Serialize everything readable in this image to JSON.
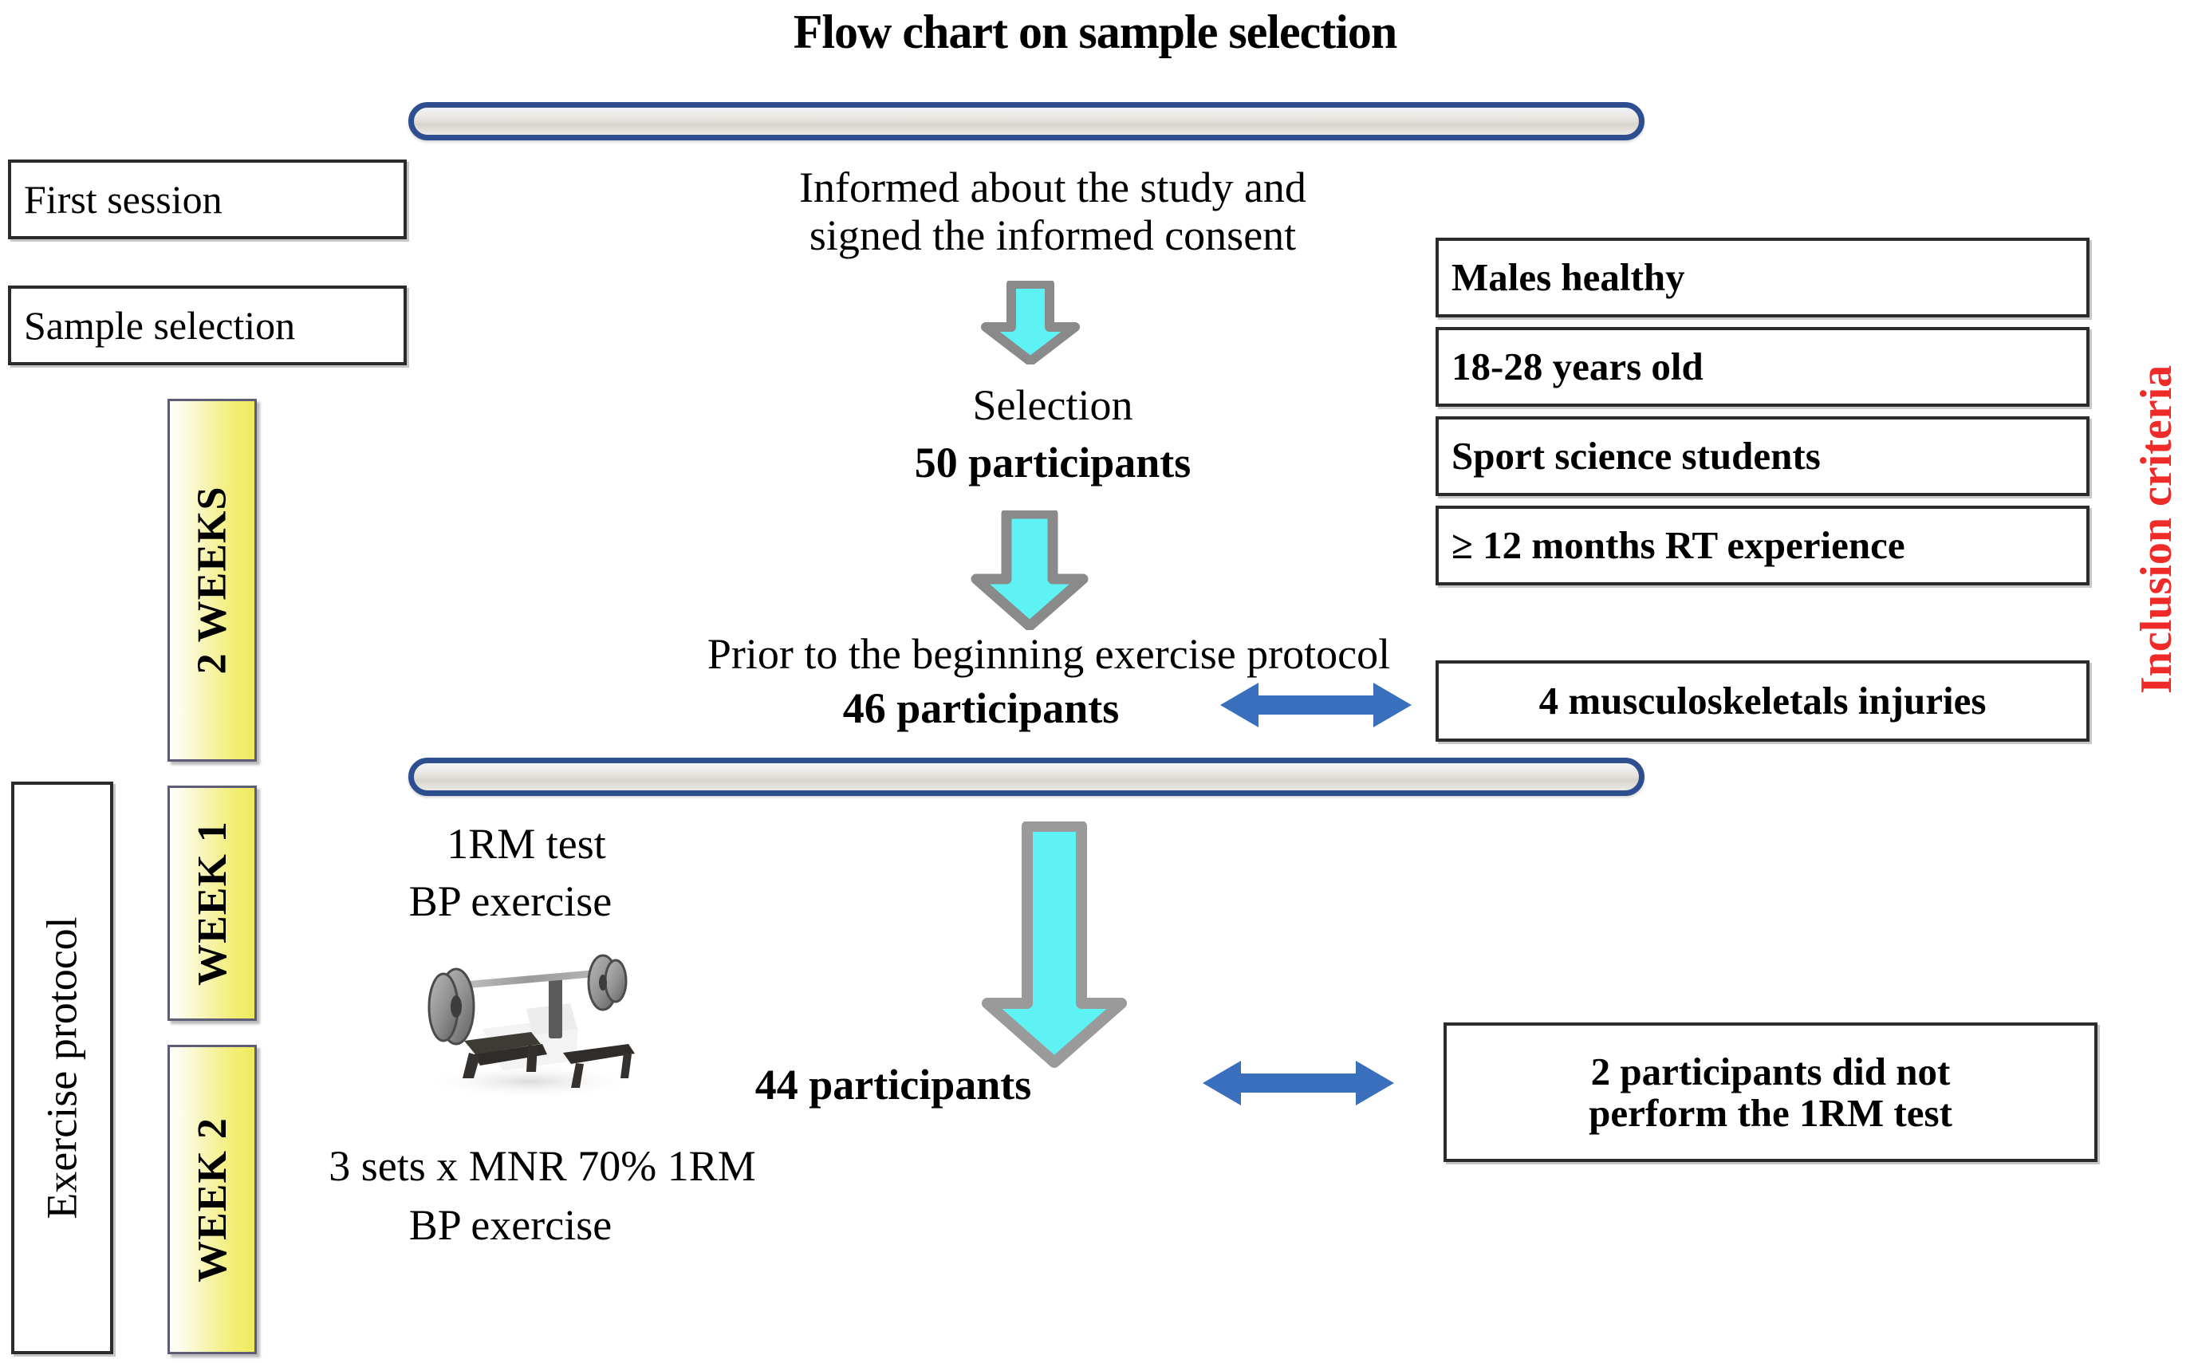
{
  "title": "Flow chart on sample selection",
  "stage_labels": {
    "first_session": "First session",
    "sample_selection": "Sample selection",
    "exercise_protocol": "Exercise protocol"
  },
  "timeline": [
    {
      "label": "2 WEEKS"
    },
    {
      "label": "WEEK 1"
    },
    {
      "label": "WEEK 2"
    }
  ],
  "flow": {
    "step1": "Informed about the study and\nsigned the informed consent",
    "step2_label": "Selection",
    "step2_count": "50 participants",
    "step3_label": "Prior to the beginning exercise protocol",
    "step3_count": "46 participants",
    "step4_count": "44 participants"
  },
  "exclusions": [
    {
      "text": "4 musculoskeletals injuries"
    },
    {
      "text": "2 participants did not\nperform the 1RM test"
    }
  ],
  "inclusion": {
    "heading": "Inclusion criteria",
    "heading_color": "#ee2b28",
    "items": [
      {
        "label": "Males healthy"
      },
      {
        "label": "18-28 years old"
      },
      {
        "label": "Sport science students"
      },
      {
        "label": "≥ 12 months RT experience"
      }
    ]
  },
  "protocol": {
    "week1_line1": "1RM test",
    "week1_line2": "BP exercise",
    "week2_line1": "3 sets x MNR 70% 1RM",
    "week2_line2": "BP exercise",
    "equipment_icon": "bench-press-photo"
  },
  "colors": {
    "bar_border": "#2e4f8f",
    "arrow_fill": "#5ef2f5",
    "arrow_stroke": "#8a8a8a",
    "double_arrow": "#3a6fbe",
    "yellow_fill": "#f2ed72",
    "box_border": "#2b2b2b"
  },
  "chart_data": {
    "type": "diagram",
    "title": "Flow chart on sample selection",
    "nodes": [
      {
        "id": "consent",
        "text": "Informed about the study and signed the informed consent",
        "stage": "First session"
      },
      {
        "id": "selection",
        "text": "Selection 50 participants",
        "n": 50,
        "stage": "Sample selection"
      },
      {
        "id": "prior",
        "text": "Prior to the beginning exercise protocol 46 participants",
        "n": 46
      },
      {
        "id": "final",
        "text": "44 participants",
        "n": 44,
        "stage": "Exercise protocol"
      }
    ],
    "exclusions": [
      {
        "from": "selection",
        "to": "prior",
        "n": 4,
        "reason": "4 musculoskeletals injuries"
      },
      {
        "from": "prior",
        "to": "final",
        "n": 2,
        "reason": "2 participants did not perform the 1RM test"
      }
    ],
    "inclusion_criteria": [
      "Males healthy",
      "18-28 years old",
      "Sport science students",
      "≥ 12 months RT experience"
    ],
    "timeline": [
      "2 WEEKS",
      "WEEK 1",
      "WEEK 2"
    ]
  }
}
